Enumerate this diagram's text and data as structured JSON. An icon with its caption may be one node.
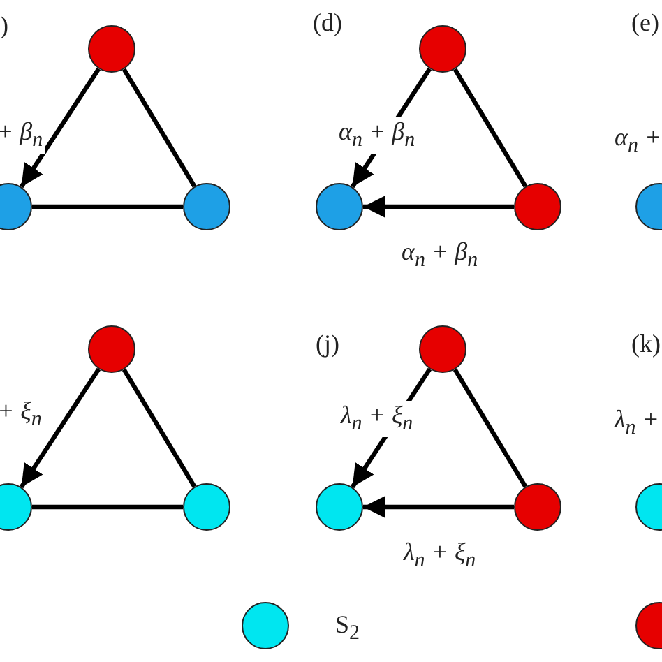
{
  "diagram": {
    "nodes": [
      {
        "text": [],
        "shape": "circle"
      },
      {
        "text": [],
        "shape": "circle"
      },
      {
        "text": [],
        "shape": "circle"
      },
      {
        "text": [],
        "shape": "circle"
      },
      {
        "text": [],
        "shape": "circle"
      },
      {
        "text": [],
        "shape": "circle"
      },
      {
        "text": [],
        "shape": "circle"
      },
      {
        "text": [],
        "shape": "circle"
      },
      {
        "text": [],
        "shape": "circle"
      },
      {
        "text": [],
        "shape": "circle"
      },
      {
        "text": [],
        "shape": "circle"
      },
      {
        "text": [],
        "shape": "circle"
      },
      {
        "text": [],
        "shape": "circle"
      },
      {
        "text": [],
        "shape": "circle"
      },
      {
        "text": [],
        "shape": "circle"
      }
    ],
    "edges": [
      {
        "from": 0,
        "to": 2,
        "arrow": "to",
        "label": "+ β$_{n}$"
      },
      {
        "from": 0,
        "to": 3,
        "arrow": "none"
      },
      {
        "from": 2,
        "to": 3,
        "arrow": "none"
      },
      {
        "from": 1,
        "to": 4,
        "arrow": "to",
        "label": "α$_{n}$ + β$_{n}$"
      },
      {
        "from": 1,
        "to": 5,
        "arrow": "none"
      },
      {
        "from": 5,
        "to": 4,
        "arrow": "to",
        "label": "α$_{n}$ + β$_{n}$"
      },
      {
        "from": 7,
        "to": 9,
        "arrow": "to",
        "label": "+ ξ$_{n}$"
      },
      {
        "from": 7,
        "to": 10,
        "arrow": "none"
      },
      {
        "from": 9,
        "to": 10,
        "arrow": "none"
      },
      {
        "from": 8,
        "to": 11,
        "arrow": "to",
        "label": "λ$_{n}$ + ξ$_{n}$"
      },
      {
        "from": 8,
        "to": 12,
        "arrow": "none"
      },
      {
        "from": 12,
        "to": 11,
        "arrow": "to",
        "label": "λ$_{n}$ + ξ$_{n}$"
      }
    ],
    "labels": [
      ")",
      "(d)",
      "(e)",
      "α$_{n}$ +",
      "(j)",
      "(k)",
      "λ$_{n}$ +"
    ],
    "legend": [
      {
        "text": "S$_{2}$",
        "color": "#00e6f0"
      }
    ]
  }
}
